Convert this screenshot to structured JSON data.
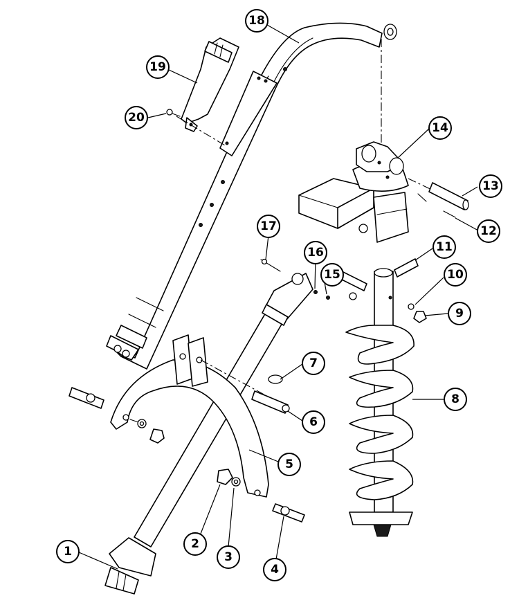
{
  "balloons": [
    {
      "id": "1",
      "label": "1"
    },
    {
      "id": "2",
      "label": "2"
    },
    {
      "id": "3",
      "label": "3"
    },
    {
      "id": "4",
      "label": "4"
    },
    {
      "id": "5",
      "label": "5"
    },
    {
      "id": "6",
      "label": "6"
    },
    {
      "id": "7",
      "label": "7"
    },
    {
      "id": "8",
      "label": "8"
    },
    {
      "id": "9",
      "label": "9"
    },
    {
      "id": "10",
      "label": "10"
    },
    {
      "id": "11",
      "label": "11"
    },
    {
      "id": "12",
      "label": "12"
    },
    {
      "id": "13",
      "label": "13"
    },
    {
      "id": "14",
      "label": "14"
    },
    {
      "id": "15",
      "label": "15"
    },
    {
      "id": "16",
      "label": "16"
    },
    {
      "id": "17",
      "label": "17"
    },
    {
      "id": "18",
      "label": "18"
    },
    {
      "id": "19",
      "label": "19"
    },
    {
      "id": "20",
      "label": "20"
    }
  ]
}
